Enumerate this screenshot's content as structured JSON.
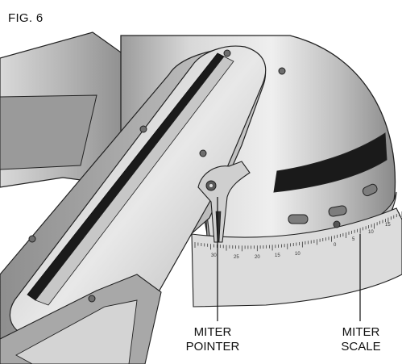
{
  "figure_label": "FIG. 6",
  "callouts": {
    "miter_pointer": {
      "line1": "MITER",
      "line2": "POINTER"
    },
    "miter_scale": {
      "line1": "MITER",
      "line2": "SCALE"
    }
  },
  "scale_ticks_left": [
    "30",
    "25",
    "20",
    "15",
    "10"
  ],
  "scale_ticks_right": [
    "0",
    "5",
    "10",
    "15"
  ],
  "colors": {
    "line": "#222222",
    "metal_light": "#e4e4e4",
    "metal_mid": "#b9b9b9",
    "metal_dark": "#7d7d7d",
    "slot_black": "#1a1a1a"
  }
}
